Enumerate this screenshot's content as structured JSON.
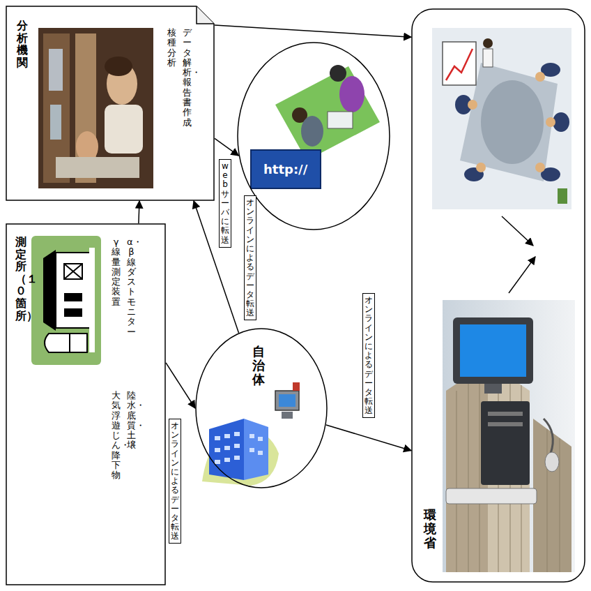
{
  "diagram": {
    "nodes": [
      {
        "text": [
          "分析機関",
          "核種分析",
          "データ解析・報告書作成"
        ]
      },
      {
        "text": [
          "測定所（１０箇所）",
          "γ線量測定装置",
          "α・β線ダストモニター",
          "大気浮遊じん・降下物",
          "陸水・底質・土壌"
        ]
      },
      {
        "text": [
          "自治体"
        ]
      },
      {
        "text": [
          "http://"
        ]
      },
      {
        "text": [
          "環境省"
        ]
      }
    ],
    "edges": [
      {
        "from": 1,
        "to": 0,
        "arrow": "to"
      },
      {
        "from": 1,
        "to": 2,
        "label": "オンラインによるデータ転送",
        "arrow": "to"
      },
      {
        "from": 2,
        "to": 0,
        "label": "オンラインによるデータ転送",
        "arrow": "to"
      },
      {
        "from": 0,
        "to": 3,
        "label": "webサーバに転送",
        "arrow": "to"
      },
      {
        "from": 0,
        "to": 4,
        "arrow": "to"
      },
      {
        "from": 2,
        "to": 4,
        "label": "オンラインによるデータ転送",
        "arrow": "to"
      }
    ]
  }
}
